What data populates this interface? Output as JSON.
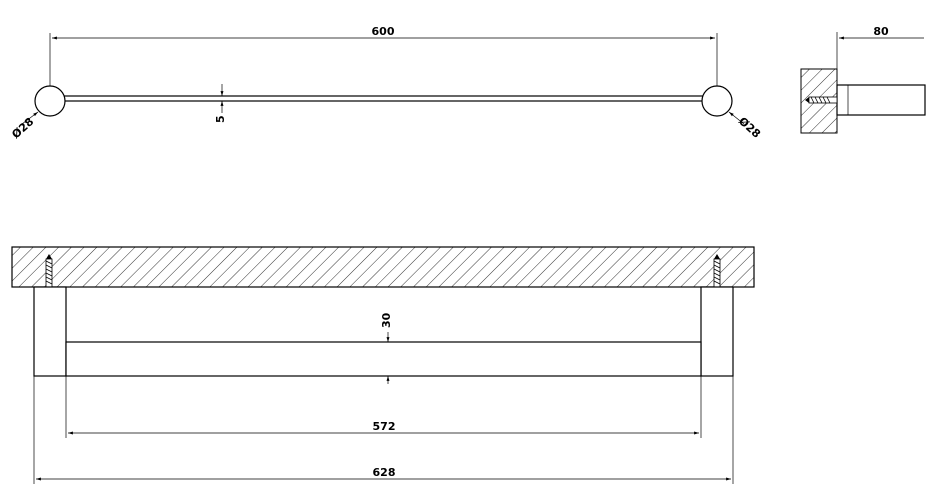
{
  "dimensions": {
    "top_length": "600",
    "left_diameter": "Ø28",
    "right_diameter": "Ø28",
    "bar_thickness": "5",
    "side_depth": "80",
    "front_height": "30",
    "inner_length": "572",
    "overall_length": "628"
  }
}
